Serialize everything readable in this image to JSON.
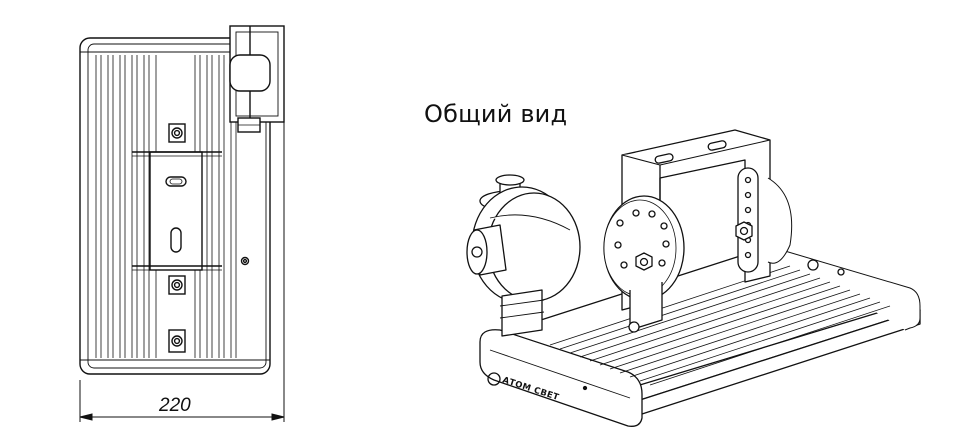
{
  "drawing": {
    "general_view_label": "Общий вид",
    "width_dimension": "220",
    "brand_mark": "АТОМ СВЕТ"
  },
  "colors": {
    "line": "#111111",
    "fill": "#ffffff"
  }
}
